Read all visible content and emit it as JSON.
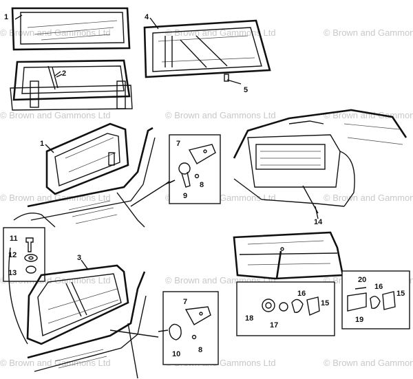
{
  "watermark": "© Brown and Gammons Ltd",
  "callouts": [
    {
      "id": "c1a",
      "text": "1"
    },
    {
      "id": "c2",
      "text": "2"
    },
    {
      "id": "c4",
      "text": "4"
    },
    {
      "id": "c5",
      "text": "5"
    },
    {
      "id": "c1b",
      "text": "1"
    },
    {
      "id": "c7a",
      "text": "7"
    },
    {
      "id": "c8a",
      "text": "8"
    },
    {
      "id": "c9",
      "text": "9"
    },
    {
      "id": "c11",
      "text": "11"
    },
    {
      "id": "c12",
      "text": "12"
    },
    {
      "id": "c13",
      "text": "13"
    },
    {
      "id": "c3",
      "text": "3"
    },
    {
      "id": "c7b",
      "text": "7"
    },
    {
      "id": "c10",
      "text": "10"
    },
    {
      "id": "c8b",
      "text": "8"
    },
    {
      "id": "c14",
      "text": "14"
    },
    {
      "id": "c16a",
      "text": "16"
    },
    {
      "id": "c15a",
      "text": "15"
    },
    {
      "id": "c18",
      "text": "18"
    },
    {
      "id": "c17",
      "text": "17"
    },
    {
      "id": "c20",
      "text": "20"
    },
    {
      "id": "c16b",
      "text": "16"
    },
    {
      "id": "c15b",
      "text": "15"
    },
    {
      "id": "c19",
      "text": "19"
    }
  ]
}
